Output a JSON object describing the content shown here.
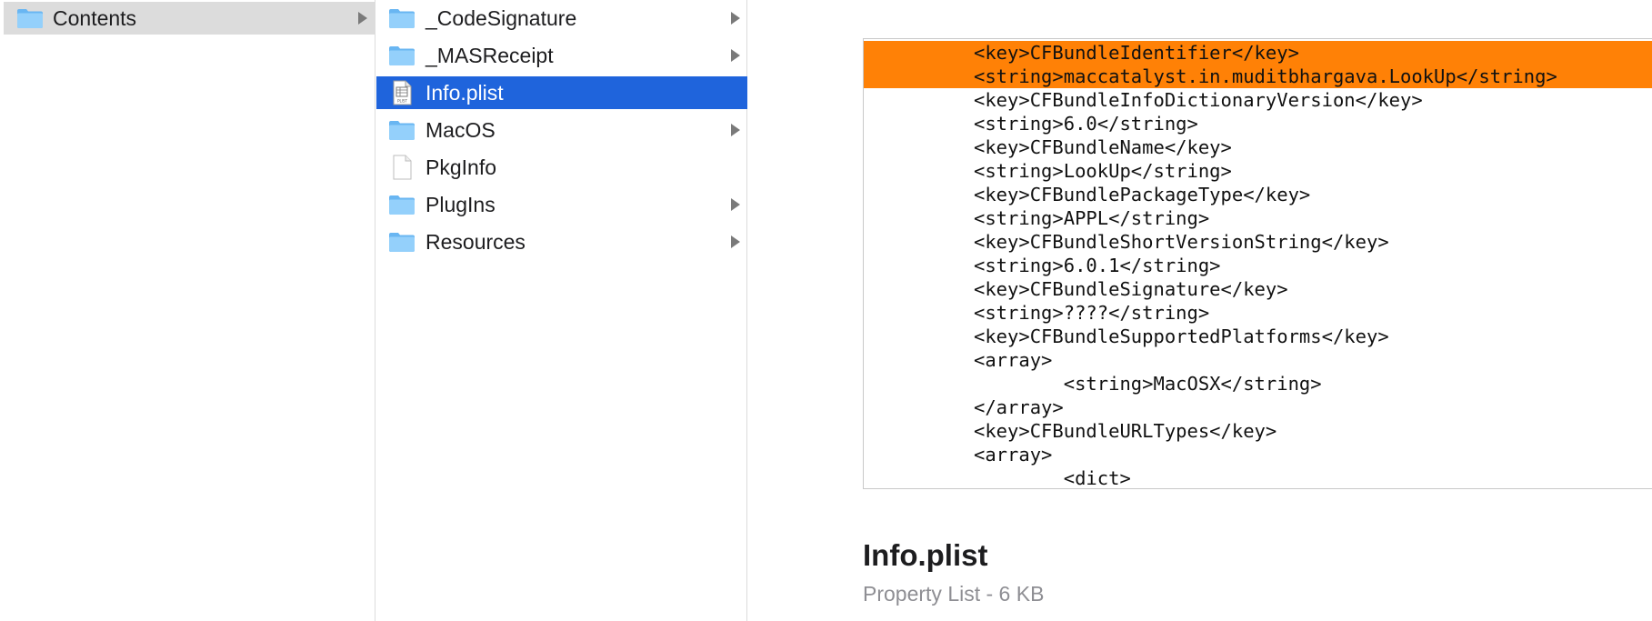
{
  "column1": {
    "items": [
      {
        "label": "Contents",
        "icon": "folder-icon",
        "has_arrow": true,
        "selected": "gray"
      }
    ]
  },
  "column2": {
    "items": [
      {
        "label": "_CodeSignature",
        "icon": "folder-icon",
        "has_arrow": true
      },
      {
        "label": "_MASReceipt",
        "icon": "folder-icon",
        "has_arrow": true
      },
      {
        "label": "Info.plist",
        "icon": "plist-file-icon",
        "has_arrow": false,
        "selected": "blue"
      },
      {
        "label": "MacOS",
        "icon": "folder-icon",
        "has_arrow": true
      },
      {
        "label": "PkgInfo",
        "icon": "document-icon",
        "has_arrow": false
      },
      {
        "label": "PlugIns",
        "icon": "folder-icon",
        "has_arrow": true
      },
      {
        "label": "Resources",
        "icon": "folder-icon",
        "has_arrow": true
      }
    ]
  },
  "preview": {
    "lines": [
      {
        "text": "<key>CFBundleIdentifier</key>",
        "highlight": true
      },
      {
        "text": "<string>maccatalyst.in.muditbhargava.LookUp</string>",
        "highlight": true
      },
      {
        "text": "<key>CFBundleInfoDictionaryVersion</key>"
      },
      {
        "text": "<string>6.0</string>"
      },
      {
        "text": "<key>CFBundleName</key>"
      },
      {
        "text": "<string>LookUp</string>"
      },
      {
        "text": "<key>CFBundlePackageType</key>"
      },
      {
        "text": "<string>APPL</string>"
      },
      {
        "text": "<key>CFBundleShortVersionString</key>"
      },
      {
        "text": "<string>6.0.1</string>"
      },
      {
        "text": "<key>CFBundleSignature</key>"
      },
      {
        "text": "<string>????</string>"
      },
      {
        "text": "<key>CFBundleSupportedPlatforms</key>"
      },
      {
        "text": "<array>"
      },
      {
        "text": "        <string>MacOSX</string>"
      },
      {
        "text": "</array>"
      },
      {
        "text": "<key>CFBundleURLTypes</key>"
      },
      {
        "text": "<array>"
      },
      {
        "text": "        <dict>"
      }
    ],
    "file_name": "Info.plist",
    "file_info": "Property List - 6 KB"
  },
  "colors": {
    "selection_blue": "#1f64dc",
    "selection_gray": "#dcdcdc",
    "highlight_orange": "#ff8106",
    "folder_blue": "#7ec4f6"
  }
}
